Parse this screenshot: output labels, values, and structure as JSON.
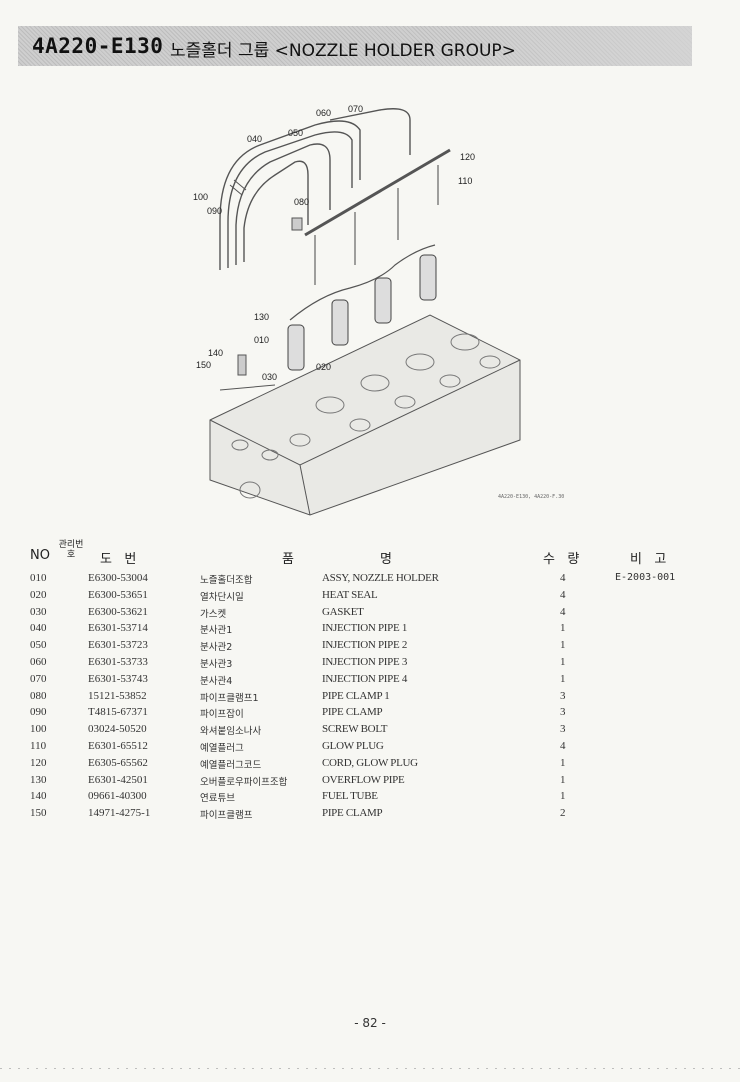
{
  "header": {
    "code": "4A220-E130",
    "title": "노즐홀더 그룹 <NOZZLE HOLDER GROUP>"
  },
  "figure": {
    "reference": "4A220-E130, 4A220-F.30",
    "callouts": [
      "060",
      "070",
      "040",
      "050",
      "120",
      "110",
      "100",
      "090",
      "080",
      "130",
      "010",
      "140",
      "150",
      "020",
      "030"
    ]
  },
  "table": {
    "headers": {
      "no": "NO",
      "management": "관리번호",
      "drawing": "도   번",
      "part_name_ko": "품",
      "part_name_en": "명",
      "qty": "수   량",
      "note": "비   고"
    },
    "rows": [
      {
        "no": "010",
        "part": "E6300-53004",
        "ko": "노즐홀더조합",
        "en": "ASSY, NOZZLE HOLDER",
        "qty": "4",
        "note": "E-2003-001"
      },
      {
        "no": "020",
        "part": "E6300-53651",
        "ko": "열차단시일",
        "en": "HEAT SEAL",
        "qty": "4",
        "note": ""
      },
      {
        "no": "030",
        "part": "E6300-53621",
        "ko": "가스켓",
        "en": "GASKET",
        "qty": "4",
        "note": ""
      },
      {
        "no": "040",
        "part": "E6301-53714",
        "ko": "분사관1",
        "en": "INJECTION PIPE 1",
        "qty": "1",
        "note": ""
      },
      {
        "no": "050",
        "part": "E6301-53723",
        "ko": "분사관2",
        "en": "INJECTION PIPE 2",
        "qty": "1",
        "note": ""
      },
      {
        "no": "060",
        "part": "E6301-53733",
        "ko": "분사관3",
        "en": "INJECTION PIPE 3",
        "qty": "1",
        "note": ""
      },
      {
        "no": "070",
        "part": "E6301-53743",
        "ko": "분사관4",
        "en": "INJECTION PIPE 4",
        "qty": "1",
        "note": ""
      },
      {
        "no": "080",
        "part": "15121-53852",
        "ko": "파이프클램프1",
        "en": "PIPE CLAMP 1",
        "qty": "3",
        "note": ""
      },
      {
        "no": "090",
        "part": "T4815-67371",
        "ko": "파이프잡이",
        "en": "PIPE CLAMP",
        "qty": "3",
        "note": ""
      },
      {
        "no": "100",
        "part": "03024-50520",
        "ko": "와셔붙임소나사",
        "en": "SCREW BOLT",
        "qty": "3",
        "note": ""
      },
      {
        "no": "110",
        "part": "E6301-65512",
        "ko": "예열플러그",
        "en": "GLOW PLUG",
        "qty": "4",
        "note": ""
      },
      {
        "no": "120",
        "part": "E6305-65562",
        "ko": "예열플러그코드",
        "en": "CORD, GLOW PLUG",
        "qty": "1",
        "note": ""
      },
      {
        "no": "130",
        "part": "E6301-42501",
        "ko": "오버플로우파이프조합",
        "en": "OVERFLOW PIPE",
        "qty": "1",
        "note": ""
      },
      {
        "no": "140",
        "part": "09661-40300",
        "ko": "연료튜브",
        "en": "FUEL TUBE",
        "qty": "1",
        "note": ""
      },
      {
        "no": "150",
        "part": "14971-4275-1",
        "ko": "파이프클램프",
        "en": "PIPE CLAMP",
        "qty": "2",
        "note": ""
      }
    ]
  },
  "page_number": "- 82 -"
}
